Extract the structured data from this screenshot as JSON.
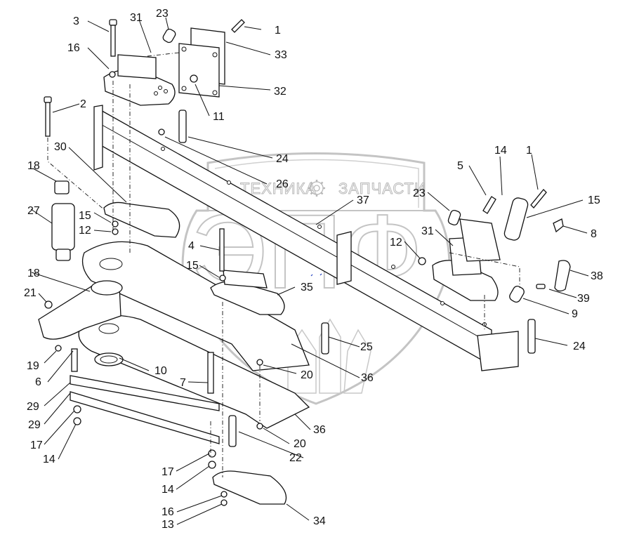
{
  "diagram": {
    "type": "exploded-parts-diagram",
    "watermark": {
      "left_text": "ТЕХНИКА",
      "right_text": "ЗАПЧАСТИ",
      "logo_letters": "ЭПФ",
      "icon": "gear-icon",
      "color": "#b8b8b8"
    },
    "line_color": "#111111",
    "callouts": [
      {
        "id": "c3",
        "text": "3"
      },
      {
        "id": "c31a",
        "text": "31"
      },
      {
        "id": "c23a",
        "text": "23"
      },
      {
        "id": "c1a",
        "text": "1"
      },
      {
        "id": "c33",
        "text": "33"
      },
      {
        "id": "c16a",
        "text": "16"
      },
      {
        "id": "c32",
        "text": "32"
      },
      {
        "id": "c2",
        "text": "2"
      },
      {
        "id": "c11",
        "text": "11"
      },
      {
        "id": "c24a",
        "text": "24"
      },
      {
        "id": "c30",
        "text": "30"
      },
      {
        "id": "c26",
        "text": "26"
      },
      {
        "id": "c18a",
        "text": "18"
      },
      {
        "id": "c37",
        "text": "37"
      },
      {
        "id": "c27",
        "text": "27"
      },
      {
        "id": "c15a",
        "text": "15"
      },
      {
        "id": "c12a",
        "text": "12"
      },
      {
        "id": "c4",
        "text": "4"
      },
      {
        "id": "c15b",
        "text": "15"
      },
      {
        "id": "c35",
        "text": "35"
      },
      {
        "id": "c18b",
        "text": "18"
      },
      {
        "id": "c21",
        "text": "21"
      },
      {
        "id": "c19",
        "text": "19"
      },
      {
        "id": "c6",
        "text": "6"
      },
      {
        "id": "c10",
        "text": "10"
      },
      {
        "id": "c25",
        "text": "25"
      },
      {
        "id": "c20a",
        "text": "20"
      },
      {
        "id": "c36a",
        "text": "36"
      },
      {
        "id": "c7",
        "text": "7"
      },
      {
        "id": "c29a",
        "text": "29"
      },
      {
        "id": "c29b",
        "text": "29"
      },
      {
        "id": "c36b",
        "text": "36"
      },
      {
        "id": "c17a",
        "text": "17"
      },
      {
        "id": "c20b",
        "text": "20"
      },
      {
        "id": "c14a",
        "text": "14"
      },
      {
        "id": "c22",
        "text": "22"
      },
      {
        "id": "c17b",
        "text": "17"
      },
      {
        "id": "c14b",
        "text": "14"
      },
      {
        "id": "c16b",
        "text": "16"
      },
      {
        "id": "c13",
        "text": "13"
      },
      {
        "id": "c34",
        "text": "34"
      },
      {
        "id": "c5",
        "text": "5"
      },
      {
        "id": "c14c",
        "text": "14"
      },
      {
        "id": "c1b",
        "text": "1"
      },
      {
        "id": "c15c",
        "text": "15"
      },
      {
        "id": "c23b",
        "text": "23"
      },
      {
        "id": "c8",
        "text": "8"
      },
      {
        "id": "c12b",
        "text": "12"
      },
      {
        "id": "c31b",
        "text": "31"
      },
      {
        "id": "c38",
        "text": "38"
      },
      {
        "id": "c39",
        "text": "39"
      },
      {
        "id": "c9",
        "text": "9"
      },
      {
        "id": "c24b",
        "text": "24"
      }
    ]
  }
}
